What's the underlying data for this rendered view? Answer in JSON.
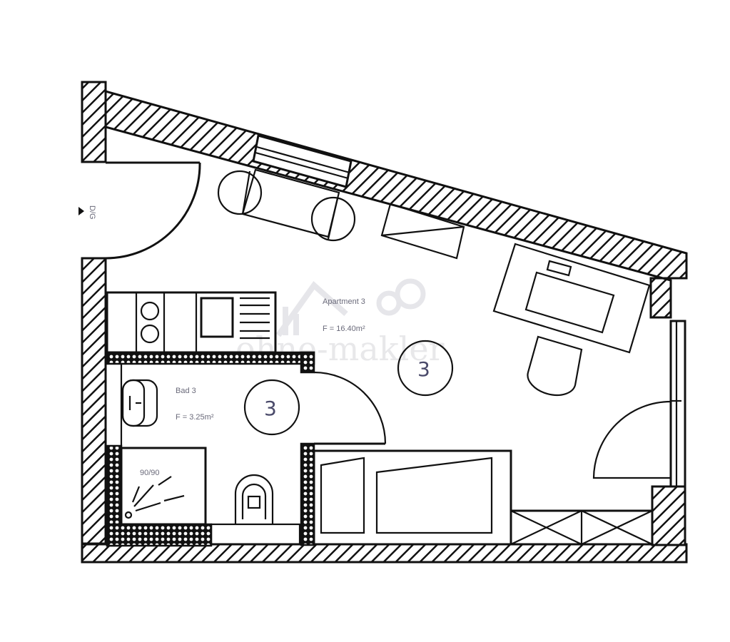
{
  "plan": {
    "watermark": "ohne-makler",
    "entry_label": "D/G",
    "rooms": [
      {
        "name": "Apartment 3",
        "area": "F = 16.40m²",
        "number": "3"
      },
      {
        "name": "Bad 3",
        "area": "F = 3.25m²",
        "number": "3"
      }
    ],
    "shower_label": "90/90"
  }
}
